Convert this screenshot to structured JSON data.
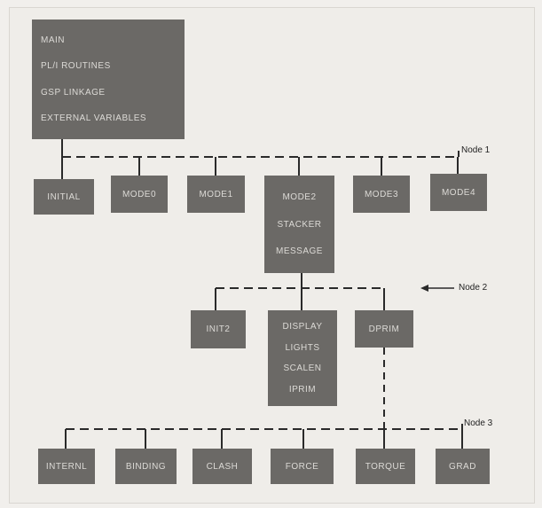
{
  "diagram": {
    "main_box": {
      "lines": [
        "MAIN",
        "PL/I ROUTINES",
        "GSP LINKAGE",
        "EXTERNAL VARIABLES"
      ]
    },
    "level1": [
      "INITIAL",
      "MODE0",
      "MODE1",
      "MODE2",
      "MODE3",
      "MODE4"
    ],
    "mode2_extra": [
      "STACKER",
      "MESSAGE"
    ],
    "level2": [
      "INIT2",
      "DISPLAY",
      "DPRIM"
    ],
    "display_extra": [
      "LIGHTS",
      "SCALEN",
      "IPRIM"
    ],
    "level3": [
      "INTERNL",
      "BINDING",
      "CLASH",
      "FORCE",
      "TORQUE",
      "GRAD"
    ],
    "node_labels": [
      "Node 1",
      "Node 2",
      "Node 3"
    ],
    "colors": {
      "box_fill": "#6b6966",
      "box_text": "#dcdad6",
      "line": "#2a2a2a",
      "background": "#efede9"
    }
  }
}
